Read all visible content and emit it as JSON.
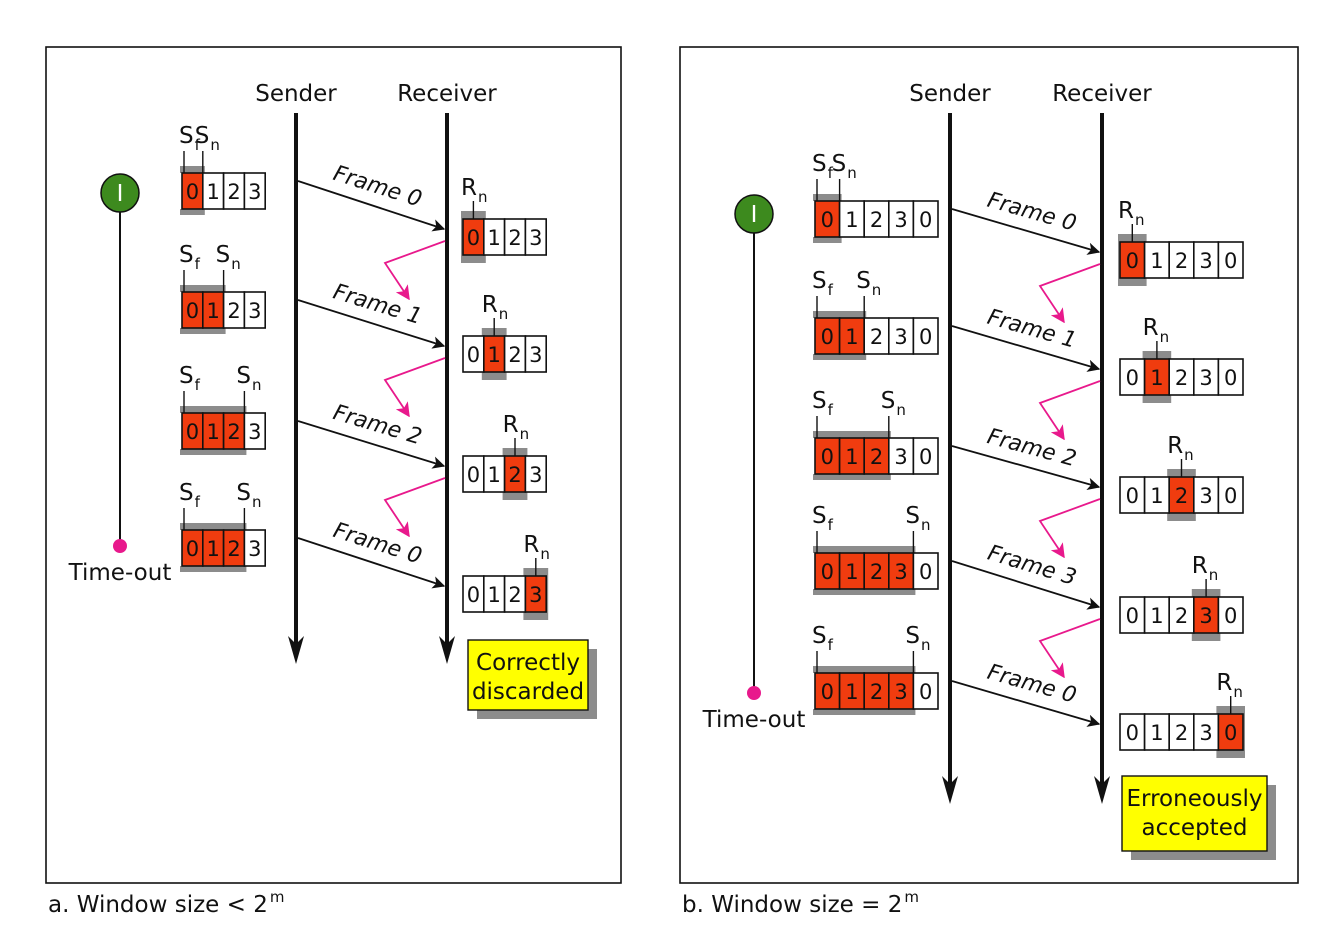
{
  "panels": [
    {
      "caption": "a. Window size < 2",
      "caption_sup": "m",
      "sender_label": "Sender",
      "receiver_label": "Receiver",
      "timer_label": "I",
      "timeout_label": "Time-out",
      "note_lines": [
        "Correctly",
        "discarded"
      ],
      "s_letter": "S",
      "sf_sub": "f",
      "sn_sub": "n",
      "r_letter": "R",
      "rn_sub": "n",
      "sender_windows": [
        {
          "cells": [
            "0",
            "1",
            "2",
            "3"
          ],
          "red": 1,
          "sn": 1
        },
        {
          "cells": [
            "0",
            "1",
            "2",
            "3"
          ],
          "red": 2,
          "sn": 2
        },
        {
          "cells": [
            "0",
            "1",
            "2",
            "3"
          ],
          "red": 3,
          "sn": 3
        },
        {
          "cells": [
            "0",
            "1",
            "2",
            "3"
          ],
          "red": 3,
          "sn": 3
        }
      ],
      "receiver_windows": [
        {
          "cells": [
            "0",
            "1",
            "2",
            "3"
          ],
          "rn": 0
        },
        {
          "cells": [
            "0",
            "1",
            "2",
            "3"
          ],
          "rn": 1
        },
        {
          "cells": [
            "0",
            "1",
            "2",
            "3"
          ],
          "rn": 2
        },
        {
          "cells": [
            "0",
            "1",
            "2",
            "3"
          ],
          "rn": 3
        }
      ],
      "frames": [
        "Frame 0",
        "Frame 1",
        "Frame 2",
        "Frame 0"
      ]
    },
    {
      "caption": "b. Window size = 2",
      "caption_sup": "m",
      "sender_label": "Sender",
      "receiver_label": "Receiver",
      "timer_label": "I",
      "timeout_label": "Time-out",
      "note_lines": [
        "Erroneously",
        "accepted"
      ],
      "s_letter": "S",
      "sf_sub": "f",
      "sn_sub": "n",
      "r_letter": "R",
      "rn_sub": "n",
      "sender_windows": [
        {
          "cells": [
            "0",
            "1",
            "2",
            "3",
            "0"
          ],
          "red": 1,
          "sn": 1
        },
        {
          "cells": [
            "0",
            "1",
            "2",
            "3",
            "0"
          ],
          "red": 2,
          "sn": 2
        },
        {
          "cells": [
            "0",
            "1",
            "2",
            "3",
            "0"
          ],
          "red": 3,
          "sn": 3
        },
        {
          "cells": [
            "0",
            "1",
            "2",
            "3",
            "0"
          ],
          "red": 4,
          "sn": 4
        },
        {
          "cells": [
            "0",
            "1",
            "2",
            "3",
            "0"
          ],
          "red": 4,
          "sn": 4
        }
      ],
      "receiver_windows": [
        {
          "cells": [
            "0",
            "1",
            "2",
            "3",
            "0"
          ],
          "rn": 0
        },
        {
          "cells": [
            "0",
            "1",
            "2",
            "3",
            "0"
          ],
          "rn": 1
        },
        {
          "cells": [
            "0",
            "1",
            "2",
            "3",
            "0"
          ],
          "rn": 2
        },
        {
          "cells": [
            "0",
            "1",
            "2",
            "3",
            "0"
          ],
          "rn": 3
        },
        {
          "cells": [
            "0",
            "1",
            "2",
            "3",
            "0"
          ],
          "rn": 4
        }
      ],
      "frames": [
        "Frame 0",
        "Frame 1",
        "Frame 2",
        "Frame 3",
        "Frame 0"
      ]
    }
  ],
  "colors": {
    "cell_red": "#f03c0f",
    "shade": "#8c8c8c",
    "ack": "#e8198c",
    "timer_green": "#3d8a1e",
    "timeout_dot": "#e8198c",
    "note_yellow": "#ffff00"
  }
}
